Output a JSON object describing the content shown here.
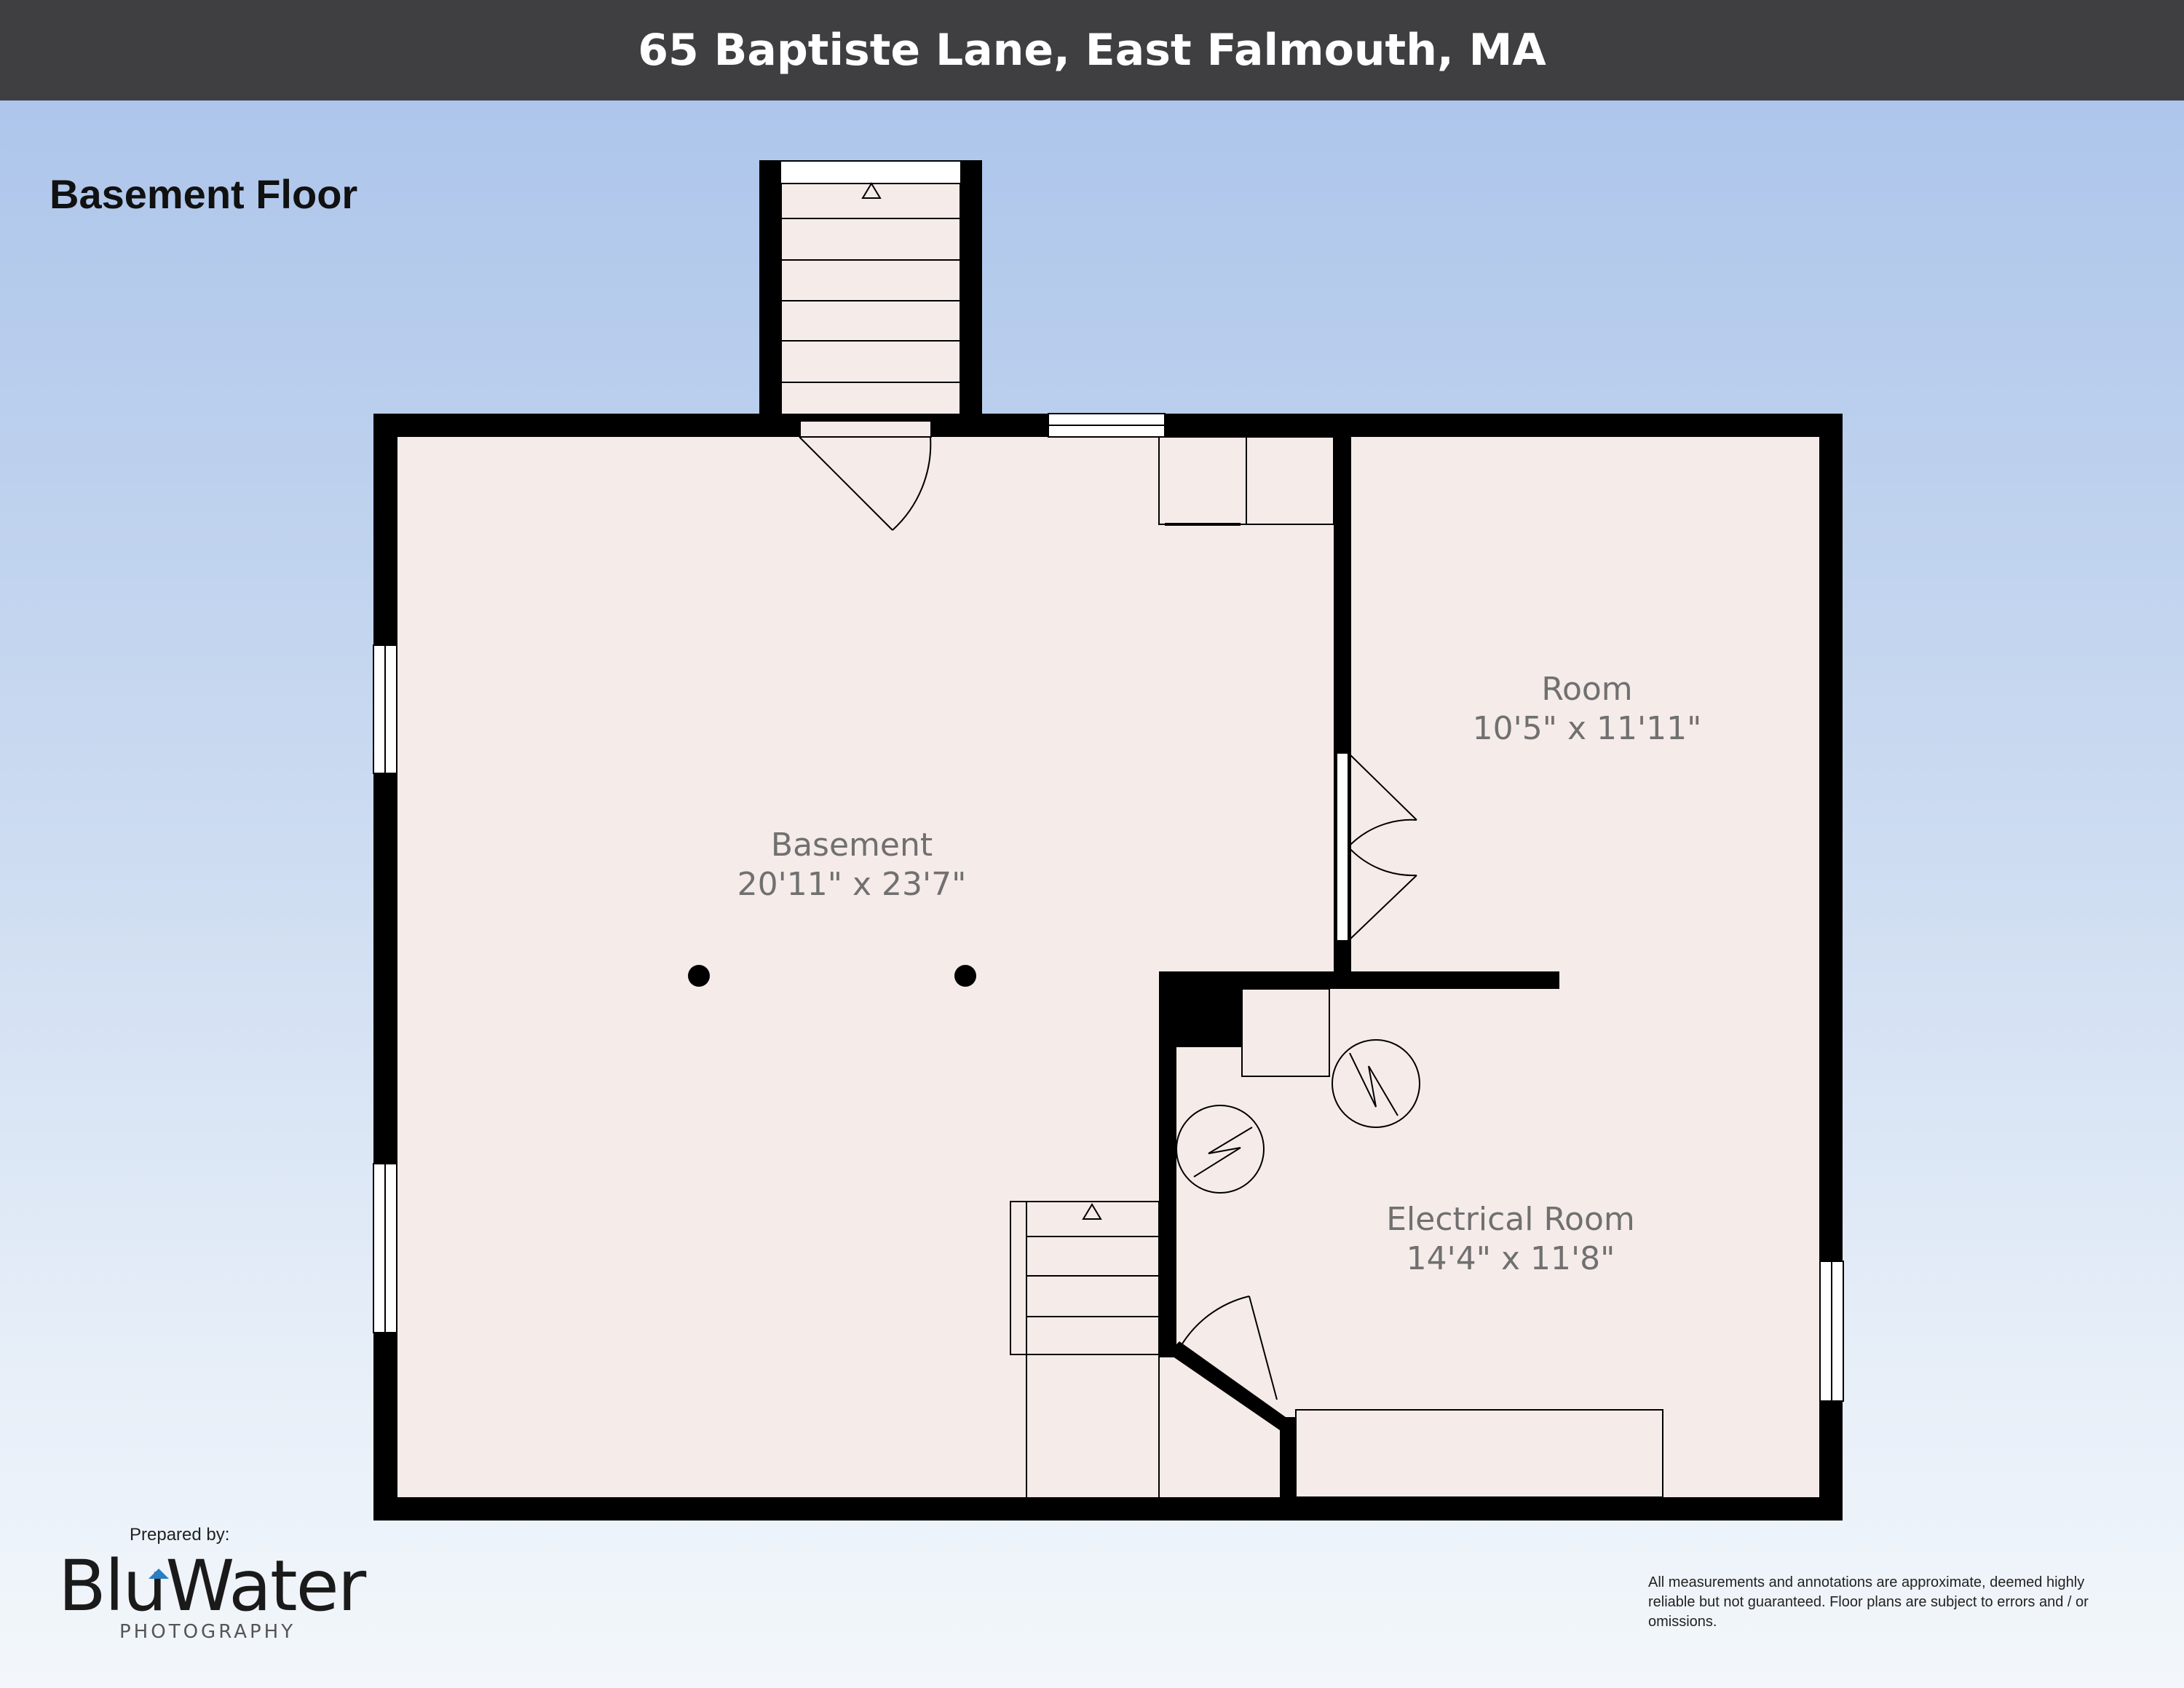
{
  "header": {
    "address": "65 Baptiste Lane, East Falmouth, MA"
  },
  "floor_label": "Basement Floor",
  "rooms": [
    {
      "name": "Basement",
      "dimensions": "20'11\" x 23'7\""
    },
    {
      "name": "Room",
      "dimensions": "10'5\" x 11'11\""
    },
    {
      "name": "Electrical Room",
      "dimensions": "14'4\" x 11'8\""
    }
  ],
  "branding": {
    "prepared_by": "Prepared by:",
    "logo_main": "BluWater",
    "logo_sub": "PHOTOGRAPHY",
    "accent_color": "#2a7fc1"
  },
  "disclaimer": "All measurements and annotations are approximate, deemed highly reliable but not guaranteed. Floor plans are subject to errors and / or omissions.",
  "colors": {
    "header_bg": "#3f3f41",
    "wall": "#000000",
    "floor": "#f5ebe8",
    "label": "#707070"
  }
}
